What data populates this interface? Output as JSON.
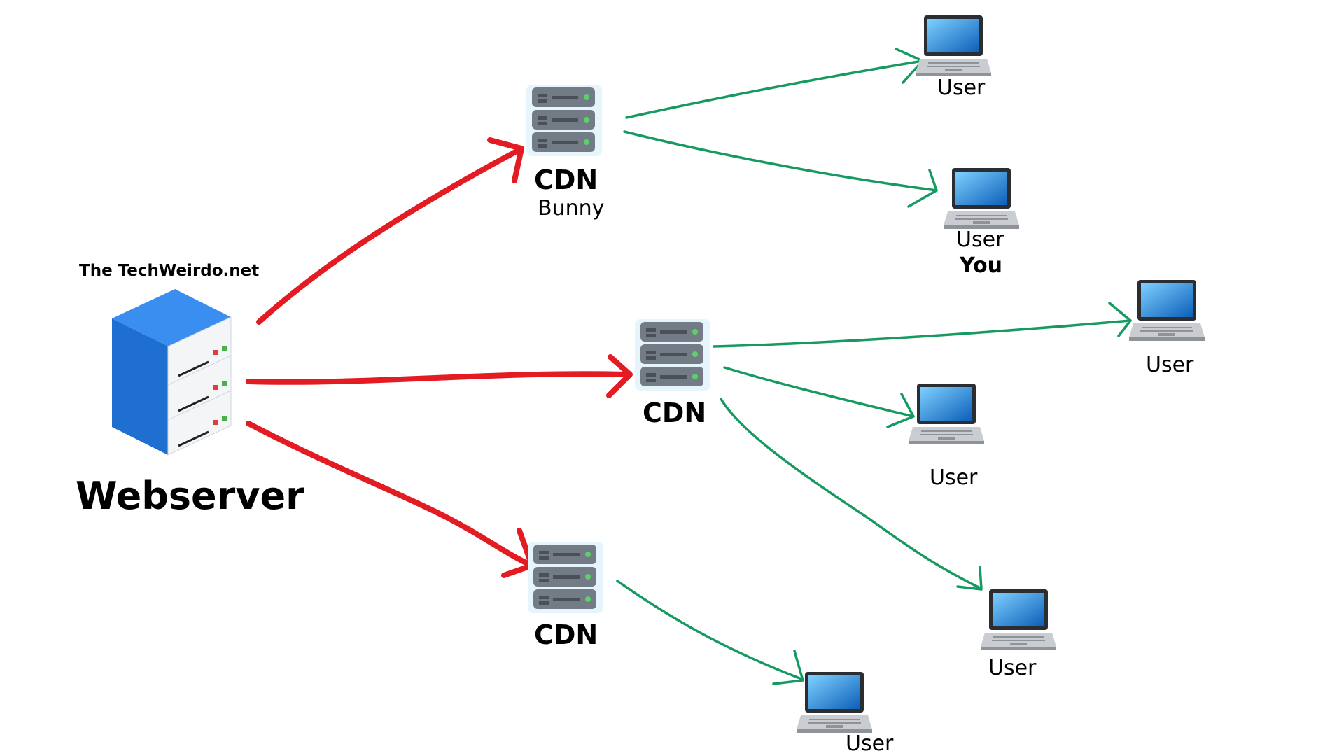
{
  "brand": "The TechWeirdo.net",
  "webserver": {
    "label": "Webserver",
    "icon": "webserver-stack-icon"
  },
  "cdns": [
    {
      "id": "cdn1",
      "label": "CDN",
      "sublabel": "Bunny",
      "icon": "cdn-server-icon"
    },
    {
      "id": "cdn2",
      "label": "CDN",
      "sublabel": "",
      "icon": "cdn-server-icon"
    },
    {
      "id": "cdn3",
      "label": "CDN",
      "sublabel": "",
      "icon": "cdn-server-icon"
    }
  ],
  "users": [
    {
      "id": "u1",
      "label": "User",
      "sublabel": "",
      "icon": "laptop-icon"
    },
    {
      "id": "u2",
      "label": "User",
      "sublabel": "You",
      "icon": "laptop-icon"
    },
    {
      "id": "u3",
      "label": "User",
      "sublabel": "",
      "icon": "laptop-icon"
    },
    {
      "id": "u4",
      "label": "User",
      "sublabel": "",
      "icon": "laptop-icon"
    },
    {
      "id": "u5",
      "label": "User",
      "sublabel": "",
      "icon": "laptop-icon"
    },
    {
      "id": "u6",
      "label": "User",
      "sublabel": "",
      "icon": "laptop-icon"
    }
  ],
  "edges": [
    {
      "from": "webserver",
      "to": "cdn1",
      "color": "#e31b23"
    },
    {
      "from": "webserver",
      "to": "cdn2",
      "color": "#e31b23"
    },
    {
      "from": "webserver",
      "to": "cdn3",
      "color": "#e31b23"
    },
    {
      "from": "cdn1",
      "to": "u1",
      "color": "#169a62"
    },
    {
      "from": "cdn1",
      "to": "u2",
      "color": "#169a62"
    },
    {
      "from": "cdn2",
      "to": "u3",
      "color": "#169a62"
    },
    {
      "from": "cdn2",
      "to": "u4",
      "color": "#169a62"
    },
    {
      "from": "cdn2",
      "to": "u5",
      "color": "#169a62"
    },
    {
      "from": "cdn3",
      "to": "u6",
      "color": "#169a62"
    }
  ],
  "colors": {
    "server_blue": "#1f6fd0",
    "cdn_gray": "#737b86",
    "laptop_screen": "#1a7fd4",
    "laptop_silver": "#c9ccd0"
  }
}
